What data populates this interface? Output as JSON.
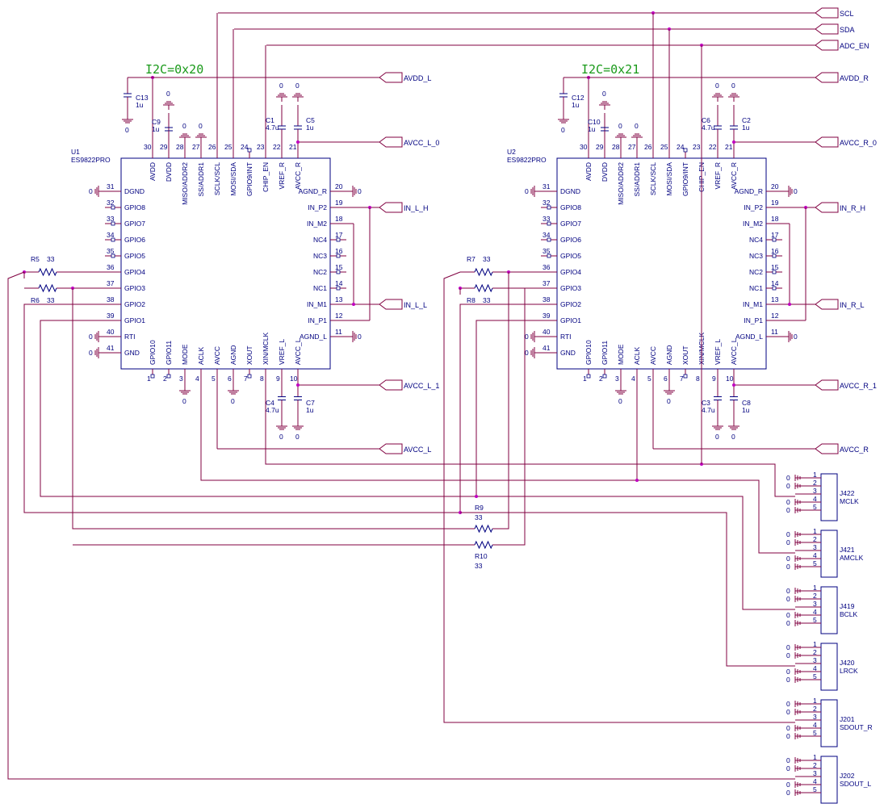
{
  "colors": {
    "wire": "#800040",
    "component": "#000080",
    "power": "#800040",
    "junction": "#c000c0",
    "i2c_label": "#1a9a1a"
  },
  "title_i2c": [
    "I2C=0x20",
    "I2C=0x21"
  ],
  "chips": [
    {
      "ref": "U1",
      "part": "ES9822PRO"
    },
    {
      "ref": "U2",
      "part": "ES9822PRO"
    }
  ],
  "pins_left": [
    {
      "num": "31",
      "name": "DGND"
    },
    {
      "num": "32",
      "name": "GPIO8"
    },
    {
      "num": "33",
      "name": "GPIO7"
    },
    {
      "num": "34",
      "name": "GPIO6"
    },
    {
      "num": "35",
      "name": "GPIO5"
    },
    {
      "num": "36",
      "name": "GPIO4"
    },
    {
      "num": "37",
      "name": "GPIO3"
    },
    {
      "num": "38",
      "name": "GPIO2"
    },
    {
      "num": "39",
      "name": "GPIO1"
    },
    {
      "num": "40",
      "name": "RTI"
    },
    {
      "num": "41",
      "name": "GND"
    }
  ],
  "pins_top": [
    {
      "num": "30",
      "name": "AVDD"
    },
    {
      "num": "29",
      "name": "DVDD"
    },
    {
      "num": "28",
      "name": "MISO/ADDR2"
    },
    {
      "num": "27",
      "name": "SS/ADDR1"
    },
    {
      "num": "26",
      "name": "SCLK/SCL"
    },
    {
      "num": "25",
      "name": "MOSI/SDA"
    },
    {
      "num": "24",
      "name": "GPIO9/INT"
    },
    {
      "num": "23",
      "name": "CHIP_EN"
    },
    {
      "num": "22",
      "name": "VREF_R"
    },
    {
      "num": "21",
      "name": "AVCC_R"
    }
  ],
  "pins_right_L": [
    {
      "num": "20",
      "name": "AGND_R"
    },
    {
      "num": "19",
      "name": "IN_P2"
    },
    {
      "num": "18",
      "name": "IN_M2"
    },
    {
      "num": "17",
      "name": "NC4"
    },
    {
      "num": "16",
      "name": "NC3"
    },
    {
      "num": "15",
      "name": "NC2"
    },
    {
      "num": "14",
      "name": "NC1"
    },
    {
      "num": "13",
      "name": "IN_M1"
    },
    {
      "num": "12",
      "name": "IN_P1"
    },
    {
      "num": "11",
      "name": "AGND_L"
    }
  ],
  "pins_bottom": [
    {
      "num": "1",
      "name": "GPIO10"
    },
    {
      "num": "2",
      "name": "GPIO11"
    },
    {
      "num": "3",
      "name": "MODE"
    },
    {
      "num": "4",
      "name": "ACLK"
    },
    {
      "num": "5",
      "name": "AVCC"
    },
    {
      "num": "6",
      "name": "AGND"
    },
    {
      "num": "7",
      "name": "XOUT"
    },
    {
      "num": "8",
      "name": "XIN/MCLK"
    },
    {
      "num": "9",
      "name": "VREF_L"
    },
    {
      "num": "10",
      "name": "AVCC_L"
    }
  ],
  "nets": {
    "global": [
      "SCL",
      "SDA",
      "ADC_EN"
    ],
    "left": [
      "AVDD_L",
      "AVCC_L_0",
      "IN_L_H",
      "IN_L_L",
      "AVCC_L_1",
      "AVCC_L"
    ],
    "right": [
      "AVDD_R",
      "AVCC_R_0",
      "IN_R_H",
      "IN_R_L",
      "AVCC_R_1",
      "AVCC_R"
    ]
  },
  "caps_left": [
    {
      "ref": "C13",
      "val": "1u"
    },
    {
      "ref": "C9",
      "val": "1u"
    },
    {
      "ref": "C1",
      "val": "4.7u"
    },
    {
      "ref": "C5",
      "val": "1u"
    },
    {
      "ref": "C4",
      "val": "4.7u"
    },
    {
      "ref": "C7",
      "val": "1u"
    }
  ],
  "caps_right": [
    {
      "ref": "C12",
      "val": "1u"
    },
    {
      "ref": "C10",
      "val": "1u"
    },
    {
      "ref": "C6",
      "val": "4.7u"
    },
    {
      "ref": "C2",
      "val": "1u"
    },
    {
      "ref": "C3",
      "val": "4.7u"
    },
    {
      "ref": "C8",
      "val": "1u"
    }
  ],
  "resistors": [
    {
      "ref": "R5",
      "val": "33"
    },
    {
      "ref": "R6",
      "val": "33"
    },
    {
      "ref": "R7",
      "val": "33"
    },
    {
      "ref": "R8",
      "val": "33"
    },
    {
      "ref": "R9",
      "val": "33"
    },
    {
      "ref": "R10",
      "val": "33"
    }
  ],
  "gnd_label": "0",
  "connectors": [
    {
      "ref": "J422",
      "name": "MCLK"
    },
    {
      "ref": "J421",
      "name": "AMCLK"
    },
    {
      "ref": "J419",
      "name": "BCLK"
    },
    {
      "ref": "J420",
      "name": "LRCK"
    },
    {
      "ref": "J201",
      "name": "SDOUT_R"
    },
    {
      "ref": "J202",
      "name": "SDOUT_L"
    }
  ],
  "connector_pins": [
    "1",
    "2",
    "3",
    "4",
    "5"
  ]
}
